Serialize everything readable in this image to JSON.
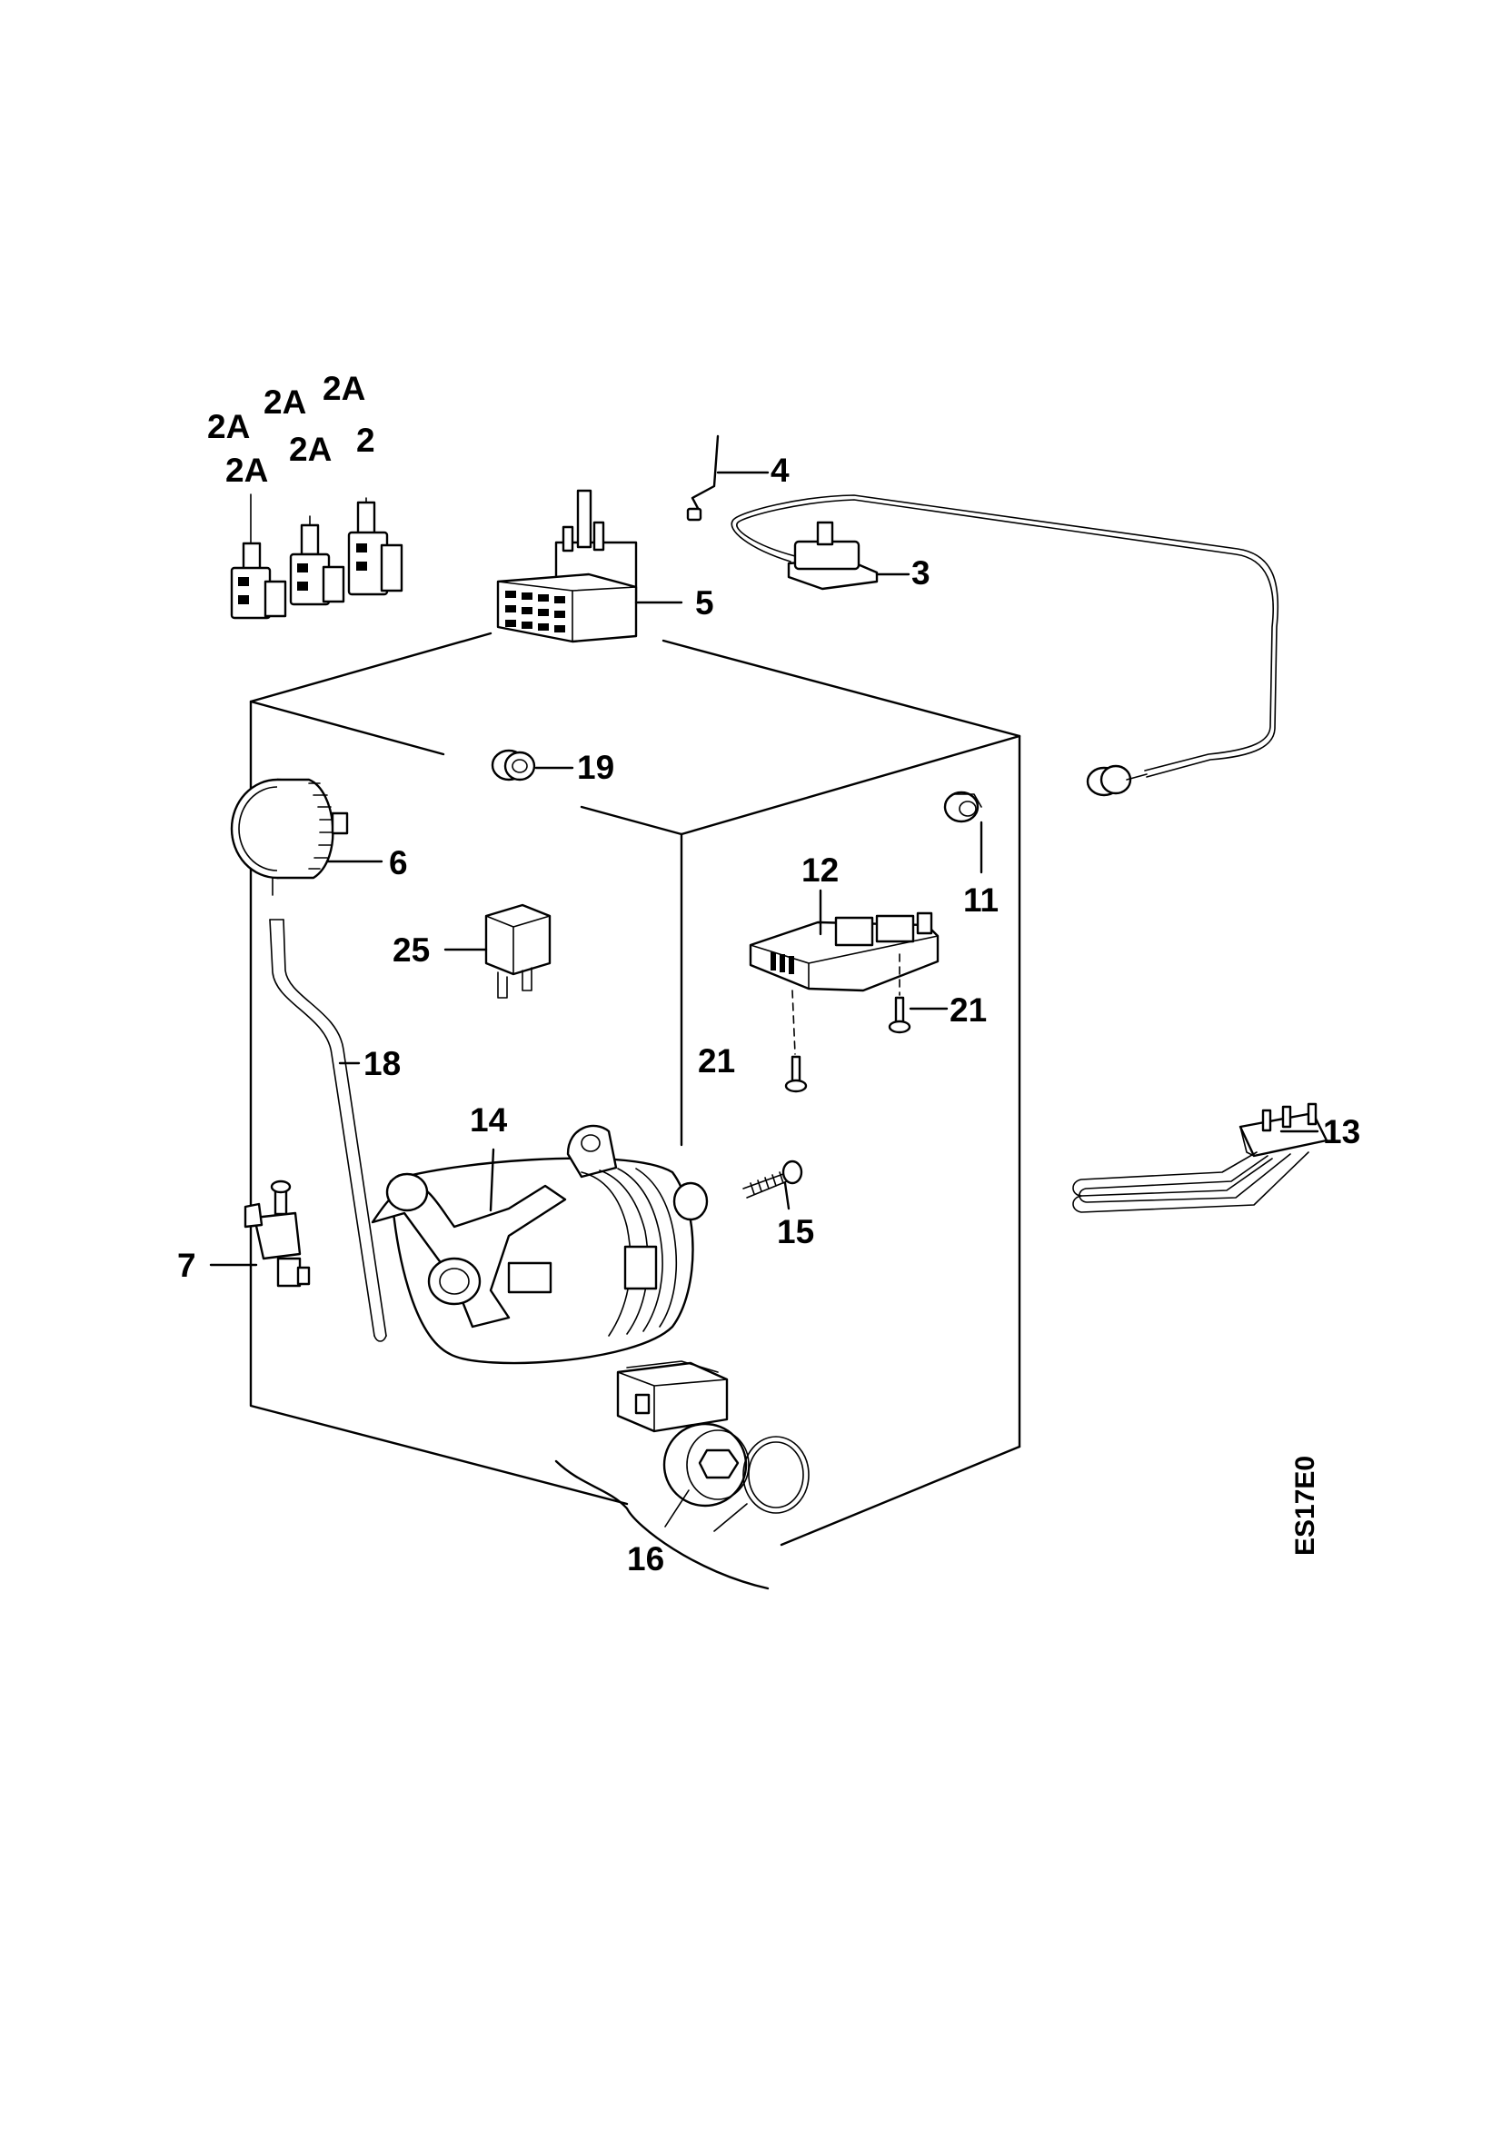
{
  "drawing_code": "ES17E0",
  "callouts": {
    "c2a_1": "2A",
    "c2a_2": "2A",
    "c2a_3": "2A",
    "c2a_4": "2A",
    "c2a_5": "2A",
    "c2": "2",
    "c3": "3",
    "c4": "4",
    "c5": "5",
    "c6": "6",
    "c7": "7",
    "c11": "11",
    "c12": "12",
    "c13": "13",
    "c14": "14",
    "c15": "15",
    "c16": "16",
    "c18": "18",
    "c19": "19",
    "c21a": "21",
    "c21b": "21",
    "c25": "25"
  }
}
